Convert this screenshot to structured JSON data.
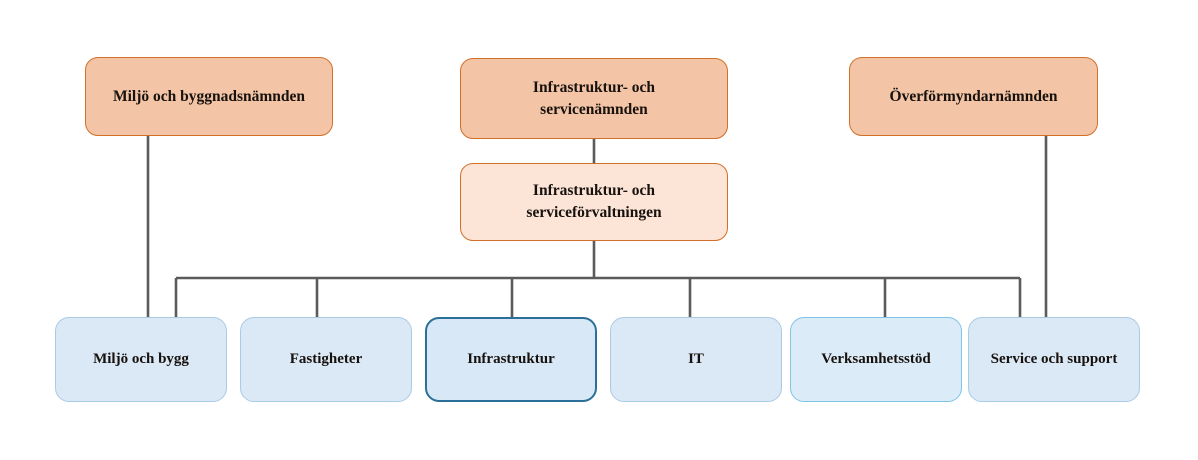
{
  "diagram": {
    "type": "organization-chart",
    "language": "sv",
    "background_color": "#ffffff",
    "palette": {
      "committee_fill": "#f3c4a5",
      "committee_border": "#d2702a",
      "administration_fill": "#fce4d7",
      "administration_border": "#d2702a",
      "unit_fill": "#dbe8f5",
      "unit_border": "#a9cbe5",
      "unit_border_dark": "#2b7099",
      "unit_border_light": "#7ec4e4",
      "connector": "#5b5b5b"
    },
    "committees": [
      {
        "id": "miljo-och-byggnadsnamnden",
        "label": "Miljö och byggnadsnämnden",
        "lines": [
          "Miljö och byggnadsnämnden"
        ]
      },
      {
        "id": "infrastruktur-och-servicenamnden",
        "label": "Infrastruktur- och servicenämnden",
        "lines": [
          "Infrastruktur- och",
          "servicenämnden"
        ]
      },
      {
        "id": "overformyndarnamnden",
        "label": "Överförmyndarnämnden",
        "lines": [
          "Överförmyndarnämnden"
        ]
      }
    ],
    "administration": {
      "id": "infrastruktur-och-serviceforvaltningen",
      "label": "Infrastruktur- och serviceförvaltningen",
      "lines": [
        "Infrastruktur- och",
        "serviceförvaltningen"
      ]
    },
    "units": [
      {
        "id": "miljo-och-bygg",
        "label": "Miljö och bygg",
        "accent": "none"
      },
      {
        "id": "fastigheter",
        "label": "Fastigheter",
        "accent": "none"
      },
      {
        "id": "infrastruktur",
        "label": "Infrastruktur",
        "accent": "dark"
      },
      {
        "id": "it",
        "label": "IT",
        "accent": "none"
      },
      {
        "id": "verksamhetsstod",
        "label": "Verksamhetsstöd",
        "accent": "light"
      },
      {
        "id": "service-och-support",
        "label": "Service och support",
        "accent": "none"
      }
    ],
    "relationships": [
      {
        "from": "miljo-och-byggnadsnamnden",
        "to": "miljo-och-bygg"
      },
      {
        "from": "infrastruktur-och-servicenamnden",
        "to": "infrastruktur-och-serviceforvaltningen"
      },
      {
        "from": "infrastruktur-och-serviceforvaltningen",
        "to": "miljo-och-bygg"
      },
      {
        "from": "infrastruktur-och-serviceforvaltningen",
        "to": "fastigheter"
      },
      {
        "from": "infrastruktur-och-serviceforvaltningen",
        "to": "infrastruktur"
      },
      {
        "from": "infrastruktur-och-serviceforvaltningen",
        "to": "it"
      },
      {
        "from": "infrastruktur-och-serviceforvaltningen",
        "to": "verksamhetsstod"
      },
      {
        "from": "infrastruktur-och-serviceforvaltningen",
        "to": "service-och-support"
      },
      {
        "from": "overformyndarnamnden",
        "to": "service-och-support"
      }
    ]
  }
}
